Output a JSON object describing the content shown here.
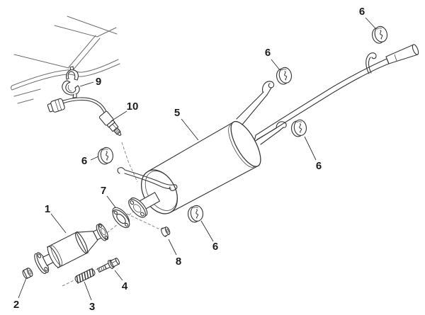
{
  "figure": {
    "background_color": "#ffffff",
    "line_color": "#3a3a3a",
    "body_outline_color": "#6f6f6f",
    "dashed_line_color": "#8a8a8a",
    "label_color": "#1c1c1c",
    "callouts": [
      {
        "label": "1"
      },
      {
        "label": "2"
      },
      {
        "label": "3"
      },
      {
        "label": "4"
      },
      {
        "label": "5"
      },
      {
        "label": "6"
      },
      {
        "label": "6"
      },
      {
        "label": "6"
      },
      {
        "label": "6"
      },
      {
        "label": "6"
      },
      {
        "label": "7"
      },
      {
        "label": "8"
      },
      {
        "label": "9"
      },
      {
        "label": "10"
      }
    ]
  }
}
